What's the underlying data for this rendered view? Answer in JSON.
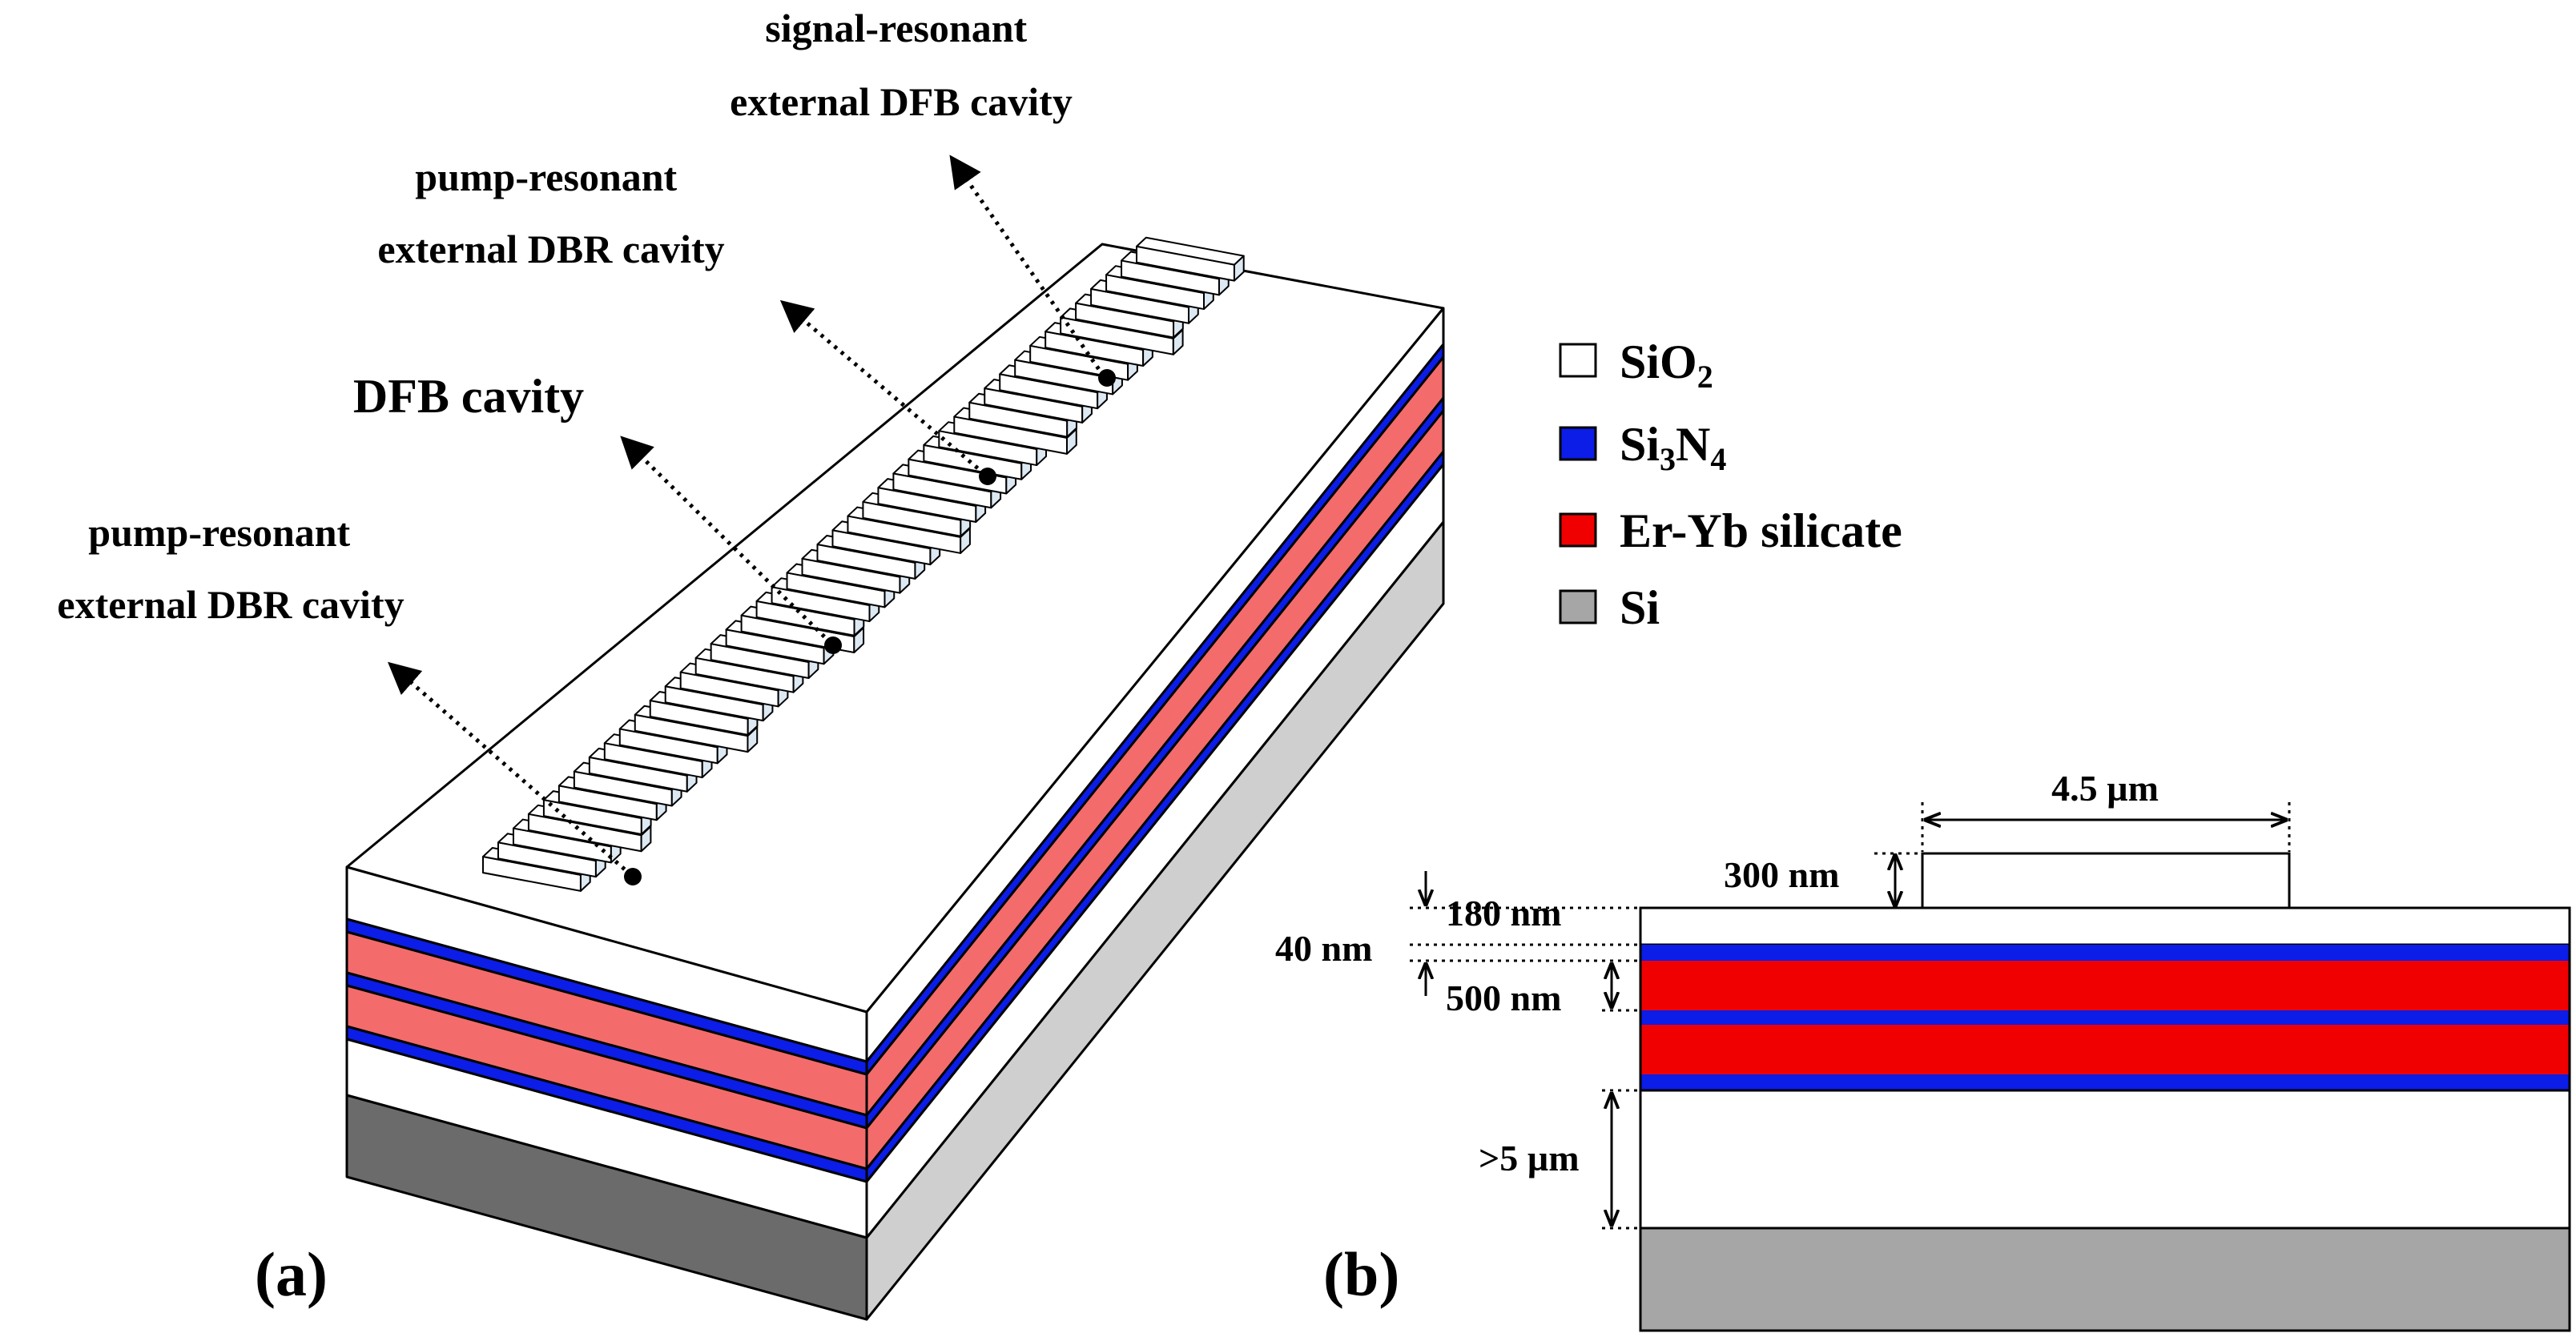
{
  "panel_a": {
    "label": "(a)",
    "annotations": [
      {
        "id": "signal",
        "lines": [
          "signal-resonant",
          "external DFB cavity"
        ]
      },
      {
        "id": "pump_top",
        "lines": [
          "pump-resonant",
          "external DBR cavity"
        ]
      },
      {
        "id": "dfb",
        "lines": [
          "DFB cavity"
        ]
      },
      {
        "id": "pump_bottom",
        "lines": [
          "pump-resonant",
          "external DBR cavity"
        ]
      }
    ]
  },
  "legend": {
    "items": [
      {
        "id": "sio2",
        "label": "SiO",
        "sub": "2",
        "color": "#ffffff"
      },
      {
        "id": "si3n4",
        "label_parts": [
          "Si",
          "3",
          "N",
          "4"
        ],
        "color": "#0b1de6"
      },
      {
        "id": "eryb",
        "label": "Er-Yb silicate",
        "color": "#f00000"
      },
      {
        "id": "si",
        "label": "Si",
        "color": "#a6a6a6"
      }
    ]
  },
  "panel_b": {
    "label": "(b)",
    "dims": {
      "width": "4.5 µm",
      "ridge": "300 nm",
      "top_oxide": "180 nm",
      "nitride": "40 nm",
      "silicate": "500 nm",
      "buffer": ">5 µm"
    }
  },
  "colors": {
    "silicate_3d": "#f36b6b",
    "silicate_2d": "#f00000",
    "nitride": "#0b1de6",
    "si_front": "#6b6b6b",
    "si_side": "#cfcfcf",
    "substrate_2d": "#a6a6a6"
  }
}
